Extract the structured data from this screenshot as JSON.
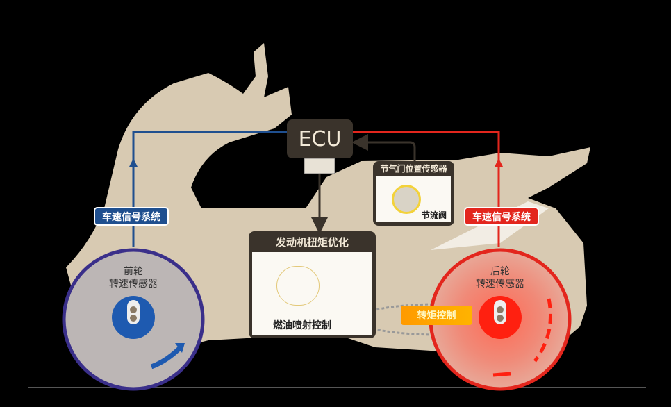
{
  "ecu_label": "ECU",
  "front_signal_label": "车速信号系统",
  "rear_signal_label": "车速信号系统",
  "throttle_sensor": {
    "title": "节气门位置传感器",
    "caption": "节流阀"
  },
  "engine_box": {
    "title": "发动机扭矩优化",
    "caption": "燃油喷射控制"
  },
  "torque_control_label": "转矩控制",
  "front_wheel": {
    "line1": "前轮",
    "line2": "转速传感器"
  },
  "rear_wheel": {
    "line1": "后轮",
    "line2": "转速传感器"
  },
  "colors": {
    "body": "#d8cab2",
    "blue": "#1f4f8f",
    "red": "#e3261d",
    "dark": "#3a332b",
    "orange": "#ffa000"
  }
}
